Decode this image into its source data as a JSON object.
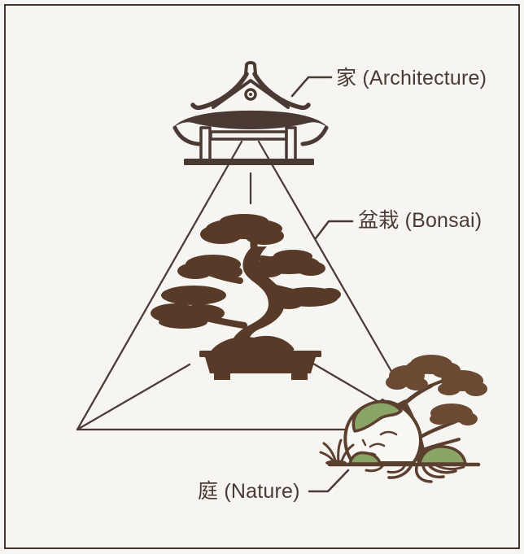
{
  "frame": {
    "background": "#f7f5f2",
    "border_color": "#44342c"
  },
  "palette": {
    "paper": "#f7f5f2",
    "frame_line": "#44342c",
    "ink": "#4a3a33",
    "bonsai": "#573a27",
    "nature": "#5b4030",
    "leaf": "#6b4a33",
    "moss": "#8ba566",
    "rock": "#faf8f5"
  },
  "diagram_type": "concept-triangle",
  "nodes": [
    {
      "id": "architecture",
      "label": "家 (Architecture)",
      "icon": "pagoda-icon",
      "position": "top"
    },
    {
      "id": "bonsai",
      "label": "盆栽 (Bonsai)",
      "icon": "bonsai-tree-icon",
      "position": "center"
    },
    {
      "id": "nature",
      "label": "庭 (Nature)",
      "icon": "nature-tree-rock-icon",
      "position": "bottom-right"
    }
  ],
  "connections": [
    {
      "from": "architecture",
      "to": "left-vertex"
    },
    {
      "from": "architecture",
      "to": "bonsai"
    },
    {
      "from": "architecture",
      "to": "nature"
    },
    {
      "from": "left-vertex",
      "to": "bonsai"
    },
    {
      "from": "left-vertex",
      "to": "nature"
    },
    {
      "from": "bonsai",
      "to": "nature"
    }
  ]
}
